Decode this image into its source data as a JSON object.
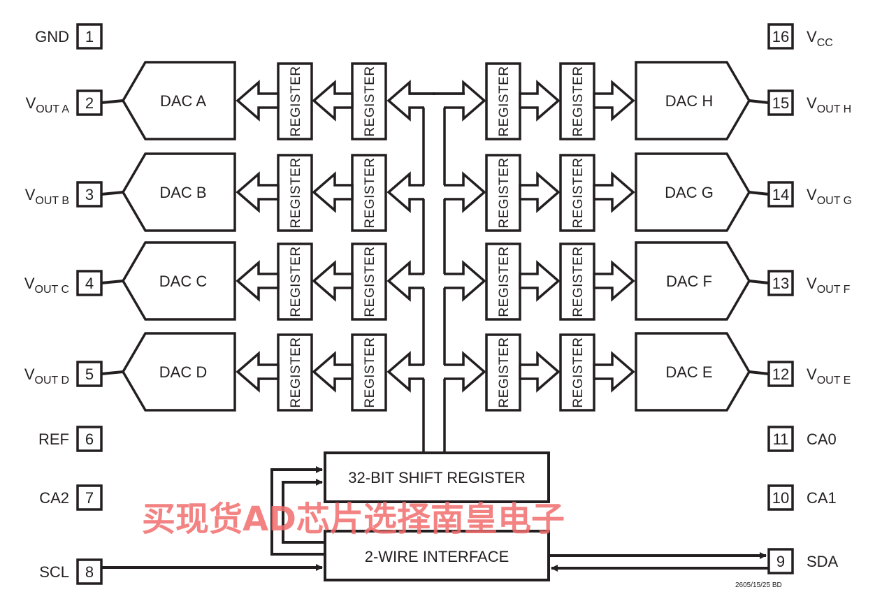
{
  "left_pins": [
    {
      "num": "1",
      "name": "GND",
      "sub": ""
    },
    {
      "num": "2",
      "name": "V",
      "sub": "OUT A"
    },
    {
      "num": "3",
      "name": "V",
      "sub": "OUT B"
    },
    {
      "num": "4",
      "name": "V",
      "sub": "OUT C"
    },
    {
      "num": "5",
      "name": "V",
      "sub": "OUT D"
    },
    {
      "num": "6",
      "name": "REF",
      "sub": ""
    },
    {
      "num": "7",
      "name": "CA2",
      "sub": ""
    },
    {
      "num": "8",
      "name": "SCL",
      "sub": ""
    }
  ],
  "right_pins": [
    {
      "num": "16",
      "name": "V",
      "sub": "CC"
    },
    {
      "num": "15",
      "name": "V",
      "sub": "OUT H"
    },
    {
      "num": "14",
      "name": "V",
      "sub": "OUT G"
    },
    {
      "num": "13",
      "name": "V",
      "sub": "OUT F"
    },
    {
      "num": "12",
      "name": "V",
      "sub": "OUT E"
    },
    {
      "num": "11",
      "name": "CA0",
      "sub": ""
    },
    {
      "num": "10",
      "name": "CA1",
      "sub": ""
    },
    {
      "num": "9",
      "name": "SDA",
      "sub": ""
    }
  ],
  "left_dacs": [
    "DAC A",
    "DAC B",
    "DAC C",
    "DAC D"
  ],
  "right_dacs": [
    "DAC H",
    "DAC G",
    "DAC F",
    "DAC E"
  ],
  "register_label": "REGISTER",
  "shift_register": "32-BIT SHIFT REGISTER",
  "interface": "2-WIRE INTERFACE",
  "watermark": "买现货AD芯片选择南皇电子",
  "footer_code": "2605/15/25 BD",
  "colors": {
    "line": "#231f20",
    "watermark": "#f26d6d"
  }
}
